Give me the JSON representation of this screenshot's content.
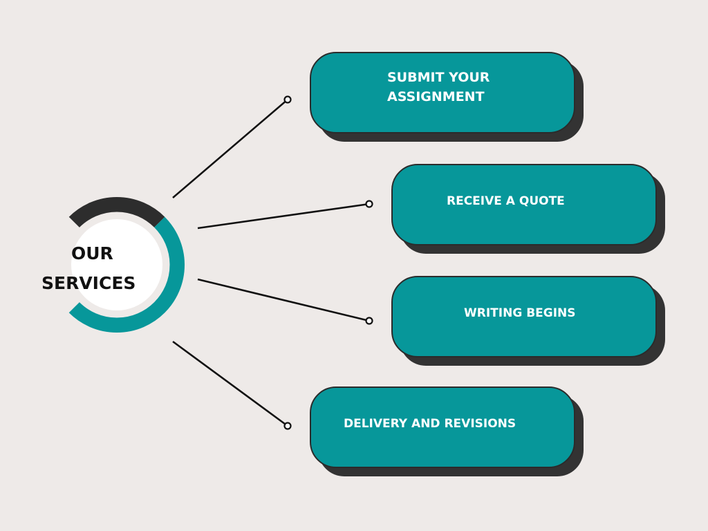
{
  "hub": {
    "line1": "OUR",
    "line2": "SERVICES"
  },
  "steps": [
    {
      "line1": "SUBMIT YOUR",
      "line2": "ASSIGNMENT"
    },
    {
      "line1": "RECEIVE A QUOTE"
    },
    {
      "line1": "WRITING BEGINS"
    },
    {
      "line1": "DELIVERY AND REVISIONS"
    }
  ],
  "colors": {
    "background": "#eeeae8",
    "teal": "#07979a",
    "dark": "#2b2b2b",
    "ring_dark": "#2d2d2d",
    "card_shadow": "#333333",
    "card_text": "#ffffff"
  }
}
